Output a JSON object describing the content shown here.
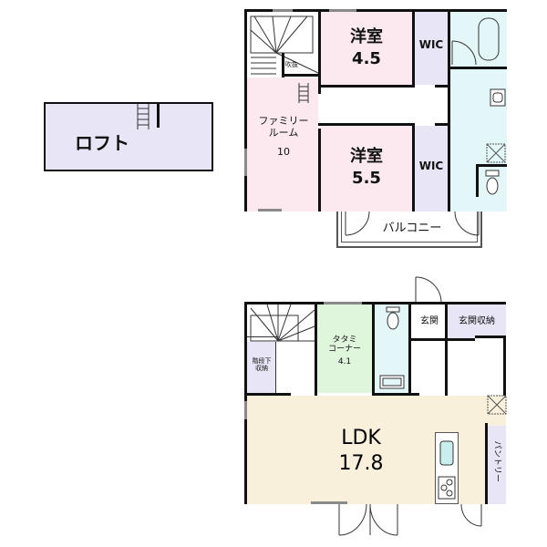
{
  "colors": {
    "western_room": "#fbe9ef",
    "family_room": "#fbe9ef",
    "wic": "#e8e6f6",
    "wet_area": "#e3f7f8",
    "loft": "#e8e6f6",
    "tatami": "#dff5dc",
    "ldk": "#f8f0db",
    "storage": "#e8e6f6",
    "wall": "#111111"
  },
  "loft": {
    "label": "ロフト"
  },
  "second_floor": {
    "western_room_1": {
      "name": "洋室",
      "size": "4.5"
    },
    "western_room_2": {
      "name": "洋室",
      "size": "5.5"
    },
    "wic_1": {
      "label": "WIC"
    },
    "wic_2": {
      "label": "WIC"
    },
    "family_room": {
      "name": "ファミリー\nルーム",
      "size": "10"
    },
    "fukinuke": {
      "label": "吹抜"
    },
    "balcony": {
      "label": "バルコニー"
    }
  },
  "first_floor": {
    "ldk": {
      "name": "LDK",
      "size": "17.8"
    },
    "tatami": {
      "name": "タタミ\nコーナー",
      "size": "4.1"
    },
    "entrance": {
      "label": "玄関"
    },
    "entrance_storage": {
      "label": "玄関収納"
    },
    "under_stairs_storage": {
      "label": "階段下\n収納"
    },
    "pantry": {
      "label": "パントリー"
    }
  }
}
